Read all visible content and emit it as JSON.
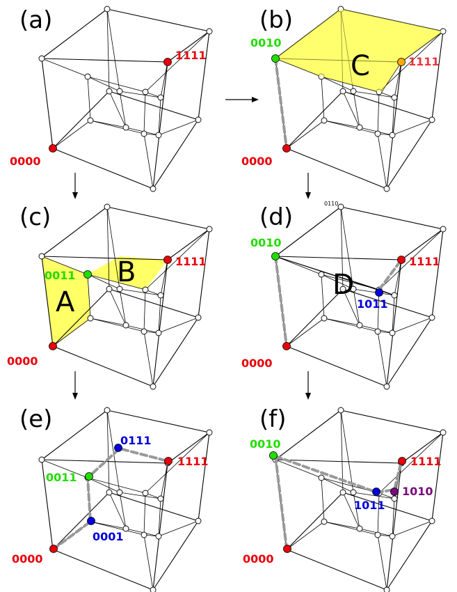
{
  "panels": [
    {
      "id": "a",
      "label": "(a)"
    },
    {
      "id": "b",
      "label": "(b)"
    },
    {
      "id": "c",
      "label": "(c)"
    },
    {
      "id": "d",
      "label": "(d)"
    },
    {
      "id": "e",
      "label": "(e)"
    },
    {
      "id": "f",
      "label": "(f)"
    }
  ],
  "vertex_labels": {
    "v0000": "0000",
    "v1111": "1111",
    "v0010": "0010",
    "v0011": "0011",
    "v1011": "1011",
    "v0111": "0111",
    "v0001": "0001",
    "v1010": "1010",
    "v0110": "0110"
  },
  "regions": {
    "A": "A",
    "B": "B",
    "C": "C",
    "D": "D"
  },
  "colors": {
    "red": "#e8000b",
    "green": "#22dd00",
    "blue": "#0000dd",
    "purple": "#7a0a7a",
    "yellow": "#ffff66",
    "orange": "#ffaa00",
    "path_gray": "#999999"
  }
}
